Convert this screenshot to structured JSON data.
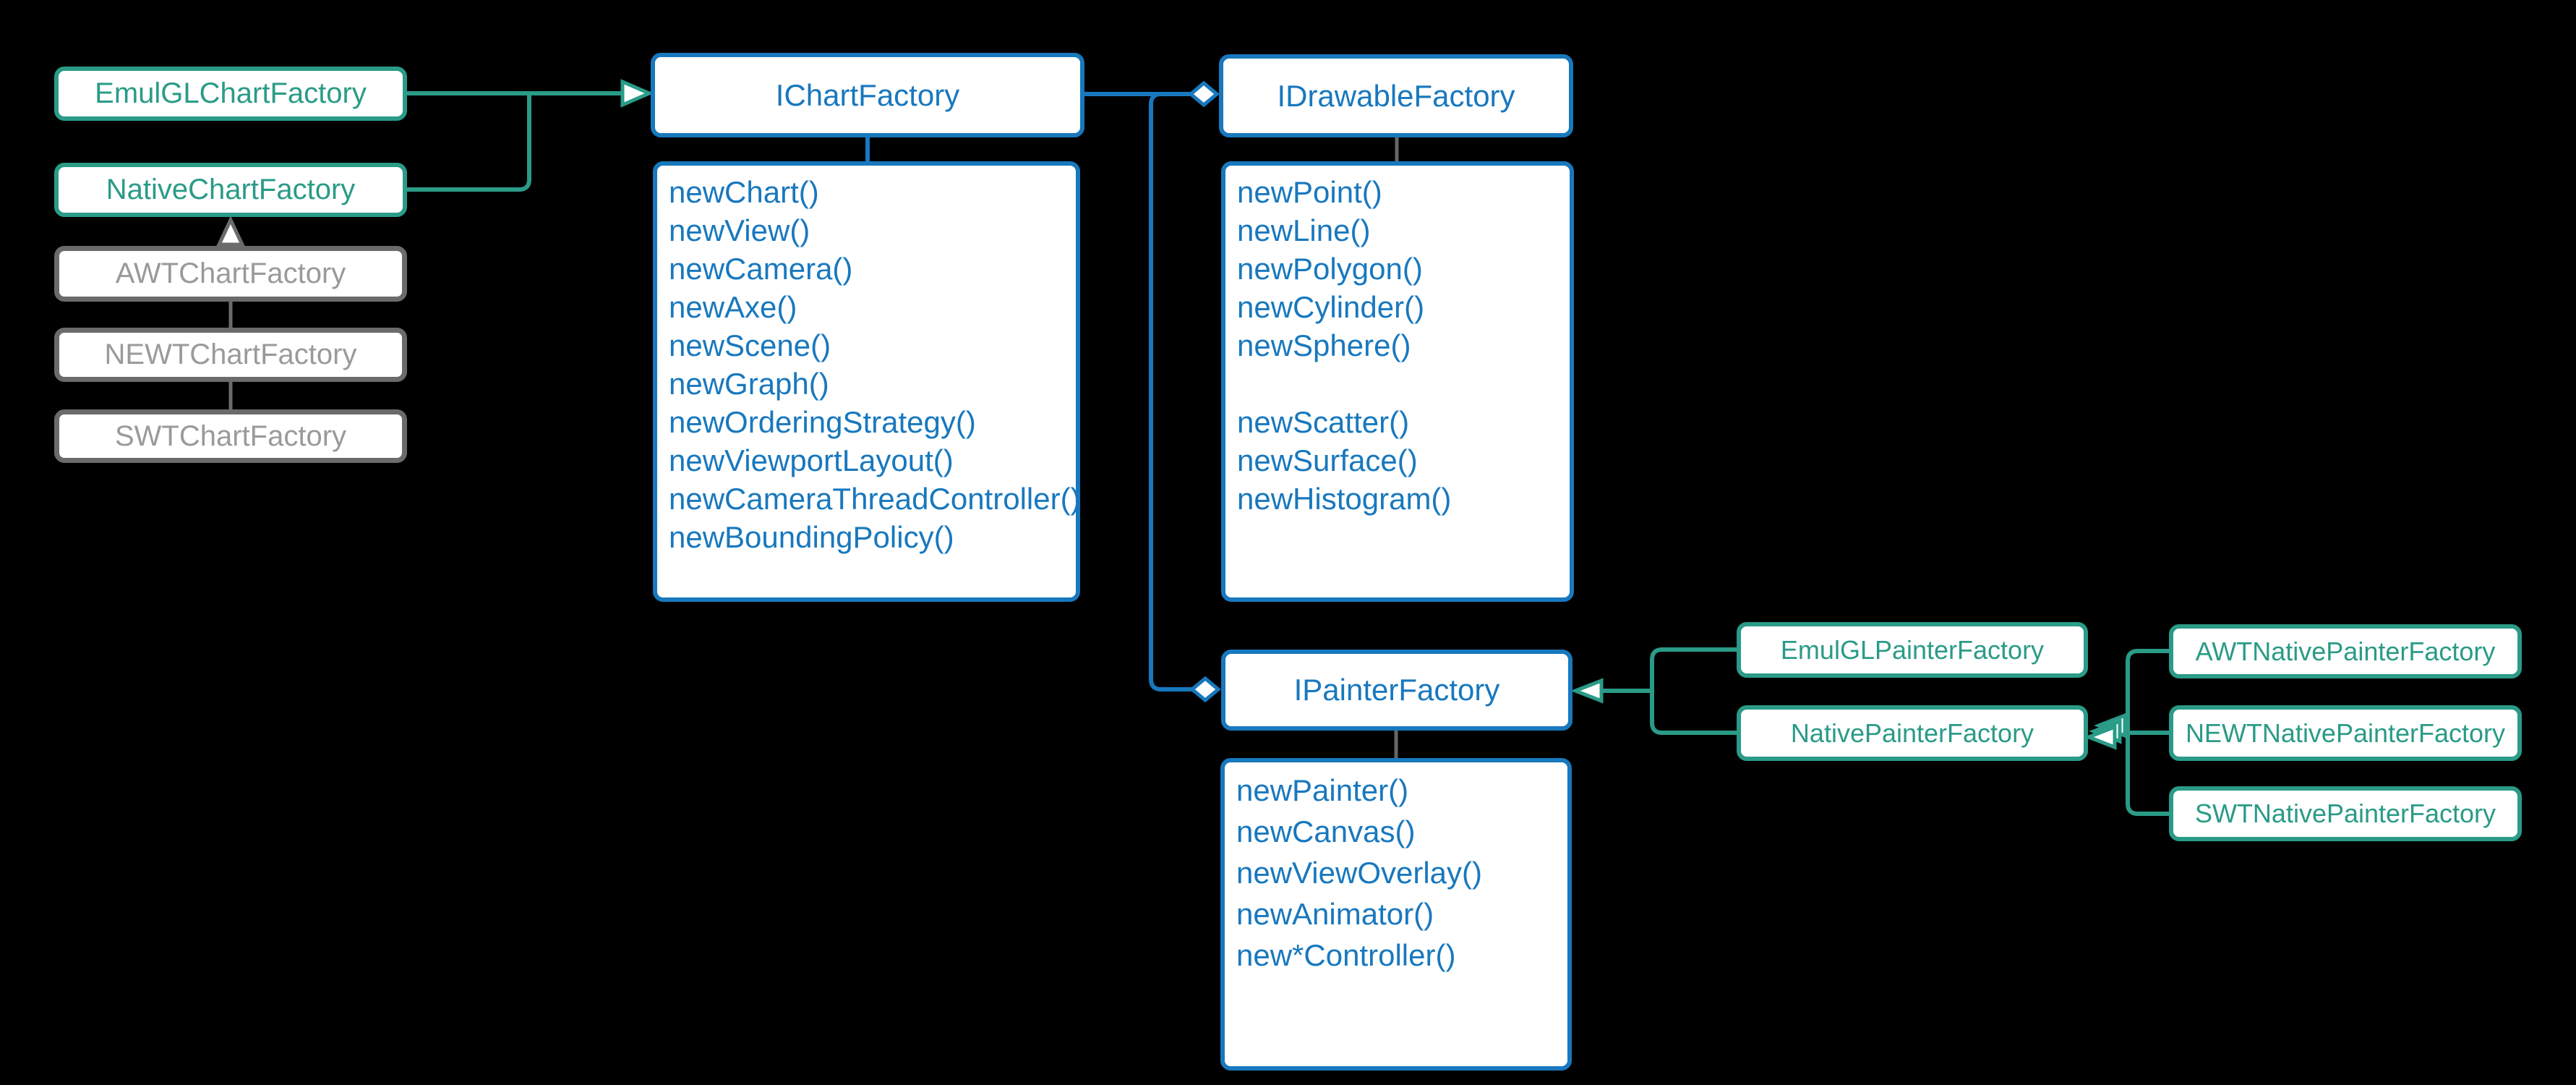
{
  "colors": {
    "background": "#000000",
    "boxFill": "#ffffff",
    "blue": "#1878be",
    "teal": "#2a9b87",
    "grayBorder": "#6b6b6b",
    "grayText": "#9a9a9a",
    "connectorGray": "#666666"
  },
  "left_column": [
    {
      "label": "EmulGLChartFactory",
      "variant": "teal"
    },
    {
      "label": "NativeChartFactory",
      "variant": "teal"
    },
    {
      "label": "AWTChartFactory",
      "variant": "gray"
    },
    {
      "label": "NEWTChartFactory",
      "variant": "gray"
    },
    {
      "label": "SWTChartFactory",
      "variant": "gray"
    }
  ],
  "interfaces": {
    "ichart": {
      "title": "IChartFactory",
      "methods": [
        "newChart()",
        "newView()",
        "newCamera()",
        "newAxe()",
        "newScene()",
        "newGraph()",
        "newOrderingStrategy()",
        "newViewportLayout()",
        "newCameraThreadController()",
        "newBoundingPolicy()"
      ]
    },
    "idrawable": {
      "title": "IDrawableFactory",
      "methods": [
        "newPoint()",
        "newLine()",
        "newPolygon()",
        "newCylinder()",
        "newSphere()",
        "",
        "newScatter()",
        "newSurface()",
        "newHistogram()"
      ]
    },
    "ipainter": {
      "title": "IPainterFactory",
      "methods": [
        "newPainter()",
        "newCanvas()",
        "newViewOverlay()",
        "newAnimator()",
        "new*Controller()"
      ]
    }
  },
  "painter_impls": [
    {
      "label": "EmulGLPainterFactory"
    },
    {
      "label": "NativePainterFactory"
    }
  ],
  "native_painter_impls": [
    {
      "label": "AWTNativePainterFactory"
    },
    {
      "label": "NEWTNativePainterFactory"
    },
    {
      "label": "SWTNativePainterFactory"
    }
  ]
}
